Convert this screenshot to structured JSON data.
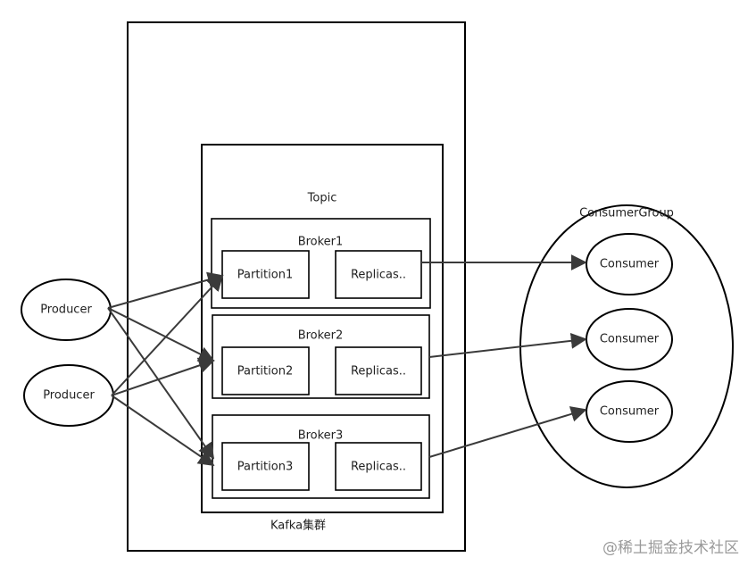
{
  "diagram": {
    "cluster_label": "Kafka集群",
    "topic_label": "Topic",
    "brokers": [
      {
        "label": "Broker1",
        "partition": "Partition1",
        "replicas": "Replicas.."
      },
      {
        "label": "Broker2",
        "partition": "Partition2",
        "replicas": "Replicas.."
      },
      {
        "label": "Broker3",
        "partition": "Partition3",
        "replicas": "Replicas.."
      }
    ],
    "producers": [
      "Producer",
      "Producer"
    ],
    "consumer_group_label": "ConsumerGroup",
    "consumers": [
      "Consumer",
      "Consumer",
      "Consumer"
    ]
  },
  "watermark": "@稀土掘金技术社区",
  "colors": {
    "stroke": "#000000",
    "edge": "#3a3a3a",
    "text": "#222222",
    "watermark": "#9a9a9a"
  }
}
